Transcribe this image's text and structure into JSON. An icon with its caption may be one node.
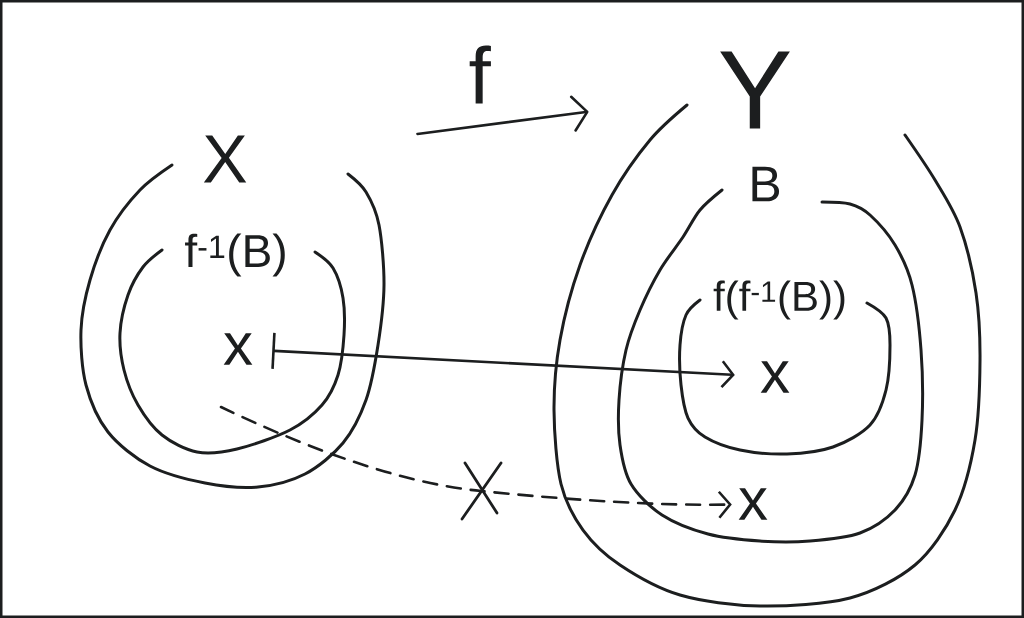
{
  "diagram": {
    "nodes": [
      {
        "text": [
          "X"
        ]
      },
      {
        "text": [
          "f$^{-1}$(B)"
        ],
        "in": 0
      },
      {
        "text": [
          "x"
        ],
        "in": 1
      },
      {
        "text": [
          "Y"
        ]
      },
      {
        "text": [
          "B"
        ],
        "in": 3
      },
      {
        "text": [
          "f(f$^{-1}$(B))"
        ],
        "in": 4
      },
      {
        "text": [
          "x"
        ],
        "in": 5
      },
      {
        "text": [
          "x"
        ],
        "in": 4
      }
    ],
    "edges": [
      {
        "from": 0,
        "to": 3,
        "arrow": "to",
        "label": "f"
      },
      {
        "from": 2,
        "to": 6,
        "arrow": "to"
      },
      {
        "from": null,
        "to": 7,
        "arrow": "to",
        "style": "dashed"
      }
    ]
  }
}
